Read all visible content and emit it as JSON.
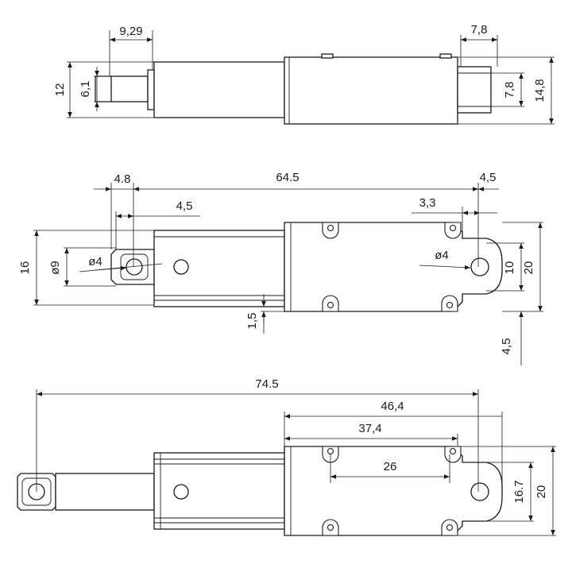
{
  "top_view": {
    "dims": {
      "shaft_len": "9,29",
      "body_h": "12",
      "shaft_d": "6,1",
      "mount_w": "7,8",
      "mount_gap": "7,8",
      "total_h": "14,8"
    }
  },
  "middle_view": {
    "dims": {
      "rod_hole_off": "4.8",
      "total_len": "64.5",
      "rod_hole_half": "4,5",
      "rear_off": "3,3",
      "rear_half": "4,5",
      "height": "16",
      "eye_d": "ø9",
      "rod_hole_d": "ø4",
      "rear_hole_d": "ø4",
      "rear_gap": "10",
      "body_h": "20",
      "wall": "1,5",
      "bottom_off": "4,5"
    }
  },
  "bottom_view": {
    "dims": {
      "extended_len": "74.5",
      "body_len": "46,4",
      "screw_to_hole": "37,4",
      "screw_pitch": "26",
      "hole_h": "16.7",
      "body_h": "20"
    }
  }
}
